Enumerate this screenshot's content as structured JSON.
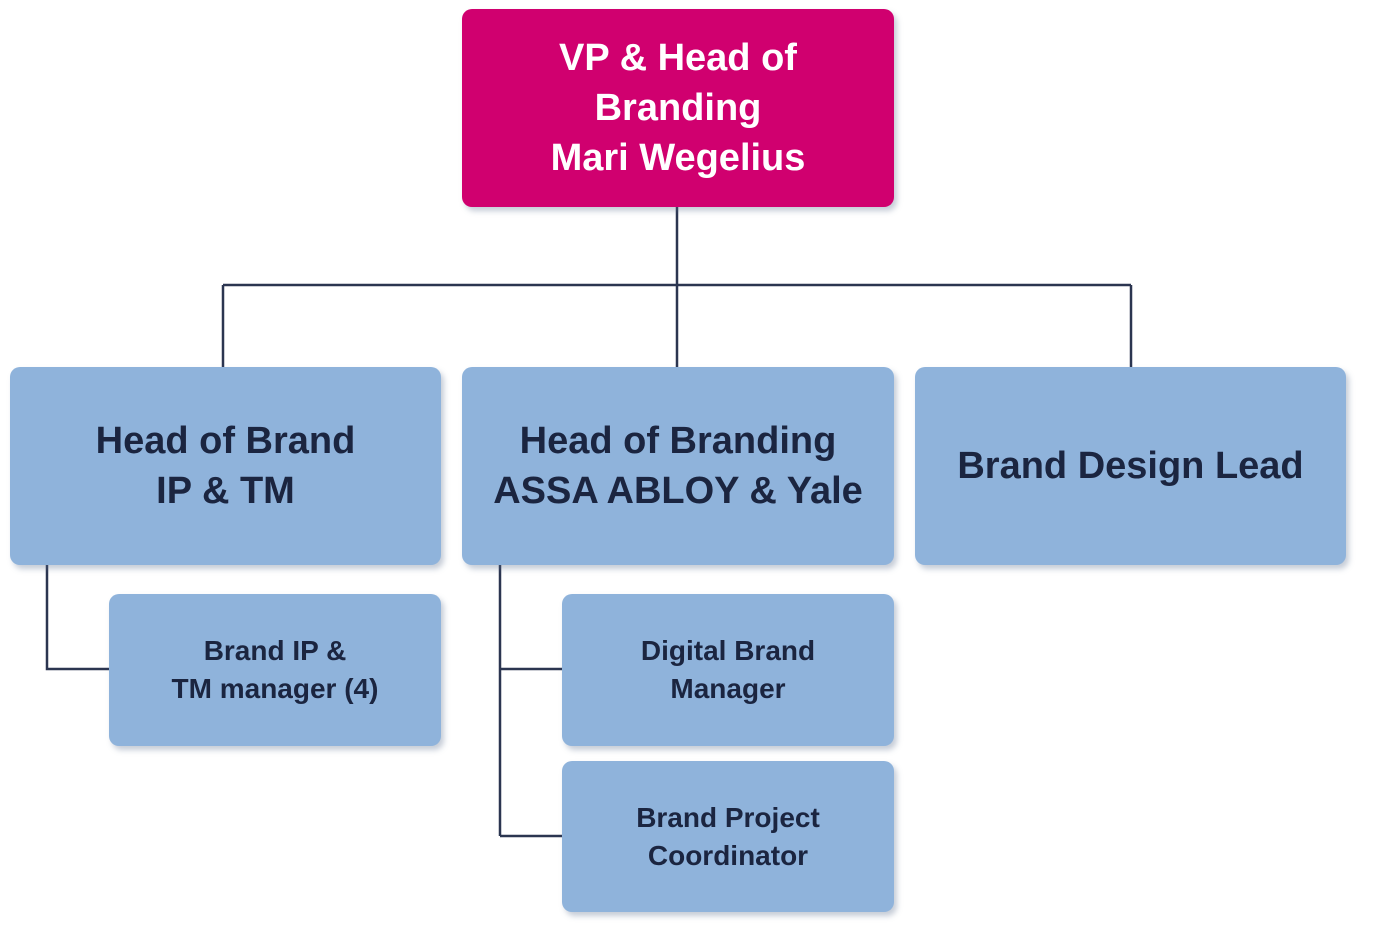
{
  "org_chart": {
    "root": {
      "title": "VP & Head of\nBranding\nMari Wegelius"
    },
    "departments": [
      {
        "title": "Head of Brand\nIP & TM",
        "reports": [
          {
            "title": "Brand IP &\nTM manager (4)"
          }
        ]
      },
      {
        "title": "Head of Branding\nASSA ABLOY & Yale",
        "reports": [
          {
            "title": "Digital Brand\nManager"
          },
          {
            "title": "Brand Project\nCoordinator"
          }
        ]
      },
      {
        "title": "Brand Design Lead",
        "reports": []
      }
    ],
    "colors": {
      "root_fill": "#d0006f",
      "node_fill": "#8fb3db",
      "root_text": "#ffffff",
      "node_text": "#1b2540",
      "connector": "#2b3550"
    }
  }
}
